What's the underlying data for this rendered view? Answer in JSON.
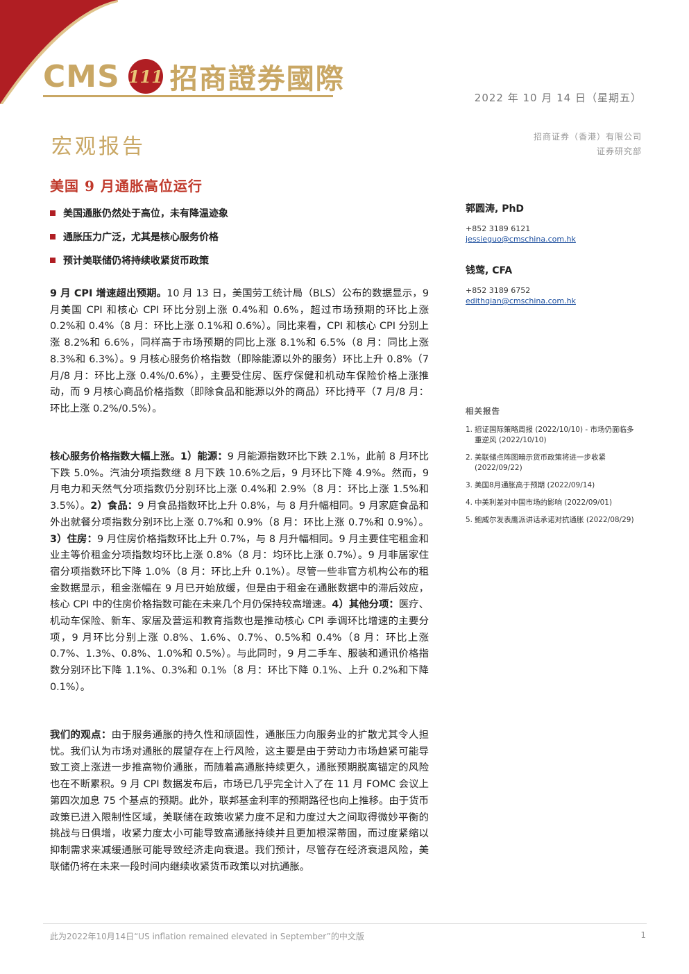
{
  "header": {
    "logo_latin": "CMS",
    "logo_mark": "111",
    "logo_chinese": "招商證券國際",
    "date": "2022 年 10 月 14 日（星期五）",
    "report_type": "宏观报告",
    "company_line1": "招商证券（香港）有限公司",
    "company_line2": "证券研究部",
    "brand_colors": {
      "gold": "#c9a764",
      "red": "#b01e23",
      "title_red": "#c0392b"
    }
  },
  "report": {
    "title": "美国 9 月通胀高位运行",
    "highlights": [
      "美国通胀仍然处于高位，未有降温迹象",
      "通胀压力广泛，尤其是核心服务价格",
      "预计美联储仍将持续收紧货币政策"
    ]
  },
  "body": {
    "p1_lead": "9 月 CPI 增速超出预期。",
    "p1_text": "10 月 13 日，美国劳工统计局（BLS）公布的数据显示，9 月美国 CPI 和核心 CPI 环比分别上涨 0.4%和 0.6%，超过市场预期的环比上涨 0.2%和 0.4%（8 月：环比上涨 0.1%和 0.6%）。同比来看，CPI 和核心 CPI 分别上涨 8.2%和 6.6%，同样高于市场预期的同比上涨 8.1%和 6.5%（8 月：同比上涨 8.3%和 6.3%）。9 月核心服务价格指数（即除能源以外的服务）环比上升 0.8%（7 月/8 月：环比上涨 0.4%/0.6%），主要受住房、医疗保健和机动车保险价格上涨推动，而 9 月核心商品价格指数（即除食品和能源以外的商品）环比持平（7 月/8 月：环比上涨 0.2%/0.5%）。",
    "p2_lead": "核心服务价格指数大幅上涨。",
    "p2_s1_label": "1）能源：",
    "p2_s1": "9 月能源指数环比下跌 2.1%，此前 8 月环比下跌 5.0%。汽油分项指数继 8 月下跌 10.6%之后，9 月环比下降 4.9%。然而，9 月电力和天然气分项指数仍分别环比上涨 0.4%和 2.9%（8 月：环比上涨 1.5%和 3.5%）。",
    "p2_s2_label": "2）食品：",
    "p2_s2": "9 月食品指数环比上升 0.8%，与 8 月升幅相同。9 月家庭食品和外出就餐分项指数分别环比上涨 0.7%和 0.9%（8 月：环比上涨 0.7%和 0.9%）。",
    "p2_s3_label": "3）住房：",
    "p2_s3": "9 月住房价格指数环比上升 0.7%，与 8 月升幅相同。9 月主要住宅租金和业主等价租金分项指数均环比上涨 0.8%（8 月：均环比上涨 0.7%）。9 月非居家住宿分项指数环比下降 1.0%（8 月：环比上升 0.1%）。尽管一些非官方机构公布的租金数据显示，租金涨幅在 9 月已开始放缓，但是由于租金在通胀数据中的滞后效应，核心 CPI 中的住房价格指数可能在未来几个月仍保持较高增速。",
    "p2_s4_label": "4）其他分项：",
    "p2_s4": "医疗、机动车保险、新车、家居及营运和教育指数也是推动核心 CPI 季调环比增速的主要分项，9 月环比分别上涨 0.8%、1.6%、0.7%、0.5%和 0.4%（8 月：环比上涨 0.7%、1.3%、0.8%、1.0%和 0.5%）。与此同时，9 月二手车、服装和通讯价格指数分别环比下降 1.1%、0.3%和 0.1%（8 月：环比下降 0.1%、上升 0.2%和下降 0.1%）。",
    "p3_lead": "我们的观点：",
    "p3_text": "由于服务通胀的持久性和顽固性，通胀压力向服务业的扩散尤其令人担忧。我们认为市场对通胀的展望存在上行风险，这主要是由于劳动力市场趋紧可能导致工资上涨进一步推高物价通胀，而随着高通胀持续更久，通胀预期脱离锚定的风险也在不断累积。9 月 CPI 数据发布后，市场已几乎完全计入了在 11 月 FOMC 会议上第四次加息 75 个基点的预期。此外，联邦基金利率的预期路径也向上推移。由于货币政策已进入限制性区域，美联储在政策收紧力度不足和力度过大之间取得微妙平衡的挑战与日俱增，收紧力度太小可能导致高通胀持续并且更加根深蒂固，而过度紧缩以抑制需求来减缓通胀可能导致经济走向衰退。我们预计，尽管存在经济衰退风险，美联储仍将在未来一段时间内继续收紧货币政策以对抗通胀。"
  },
  "analysts": [
    {
      "name": "郭圆涛, PhD",
      "phone": "+852 3189 6121",
      "email": "jessieguo@cmschina.com.hk"
    },
    {
      "name": "钱莺, CFA",
      "phone": "+852 3189 6752",
      "email": "edithqian@cmschina.com.hk"
    }
  ],
  "related": {
    "title": "相关报告",
    "items": [
      {
        "num": "1.",
        "text": "招证国际策略周报 (2022/10/10) - 市场仍面临多重逆风 (2022/10/10)"
      },
      {
        "num": "2.",
        "text": "美联储点阵图暗示货币政策将进一步收紧 (2022/09/22)"
      },
      {
        "num": "3.",
        "text": "美国8月通胀高于预期 (2022/09/14)"
      },
      {
        "num": "4.",
        "text": "中美利差对中国市场的影响 (2022/09/01)"
      },
      {
        "num": "5.",
        "text": "鲍威尔发表鹰派讲话承诺对抗通胀 (2022/08/29)"
      }
    ]
  },
  "footer": {
    "note": "此为2022年10月14日“US inflation remained elevated in September”的中文版",
    "page": "1"
  }
}
